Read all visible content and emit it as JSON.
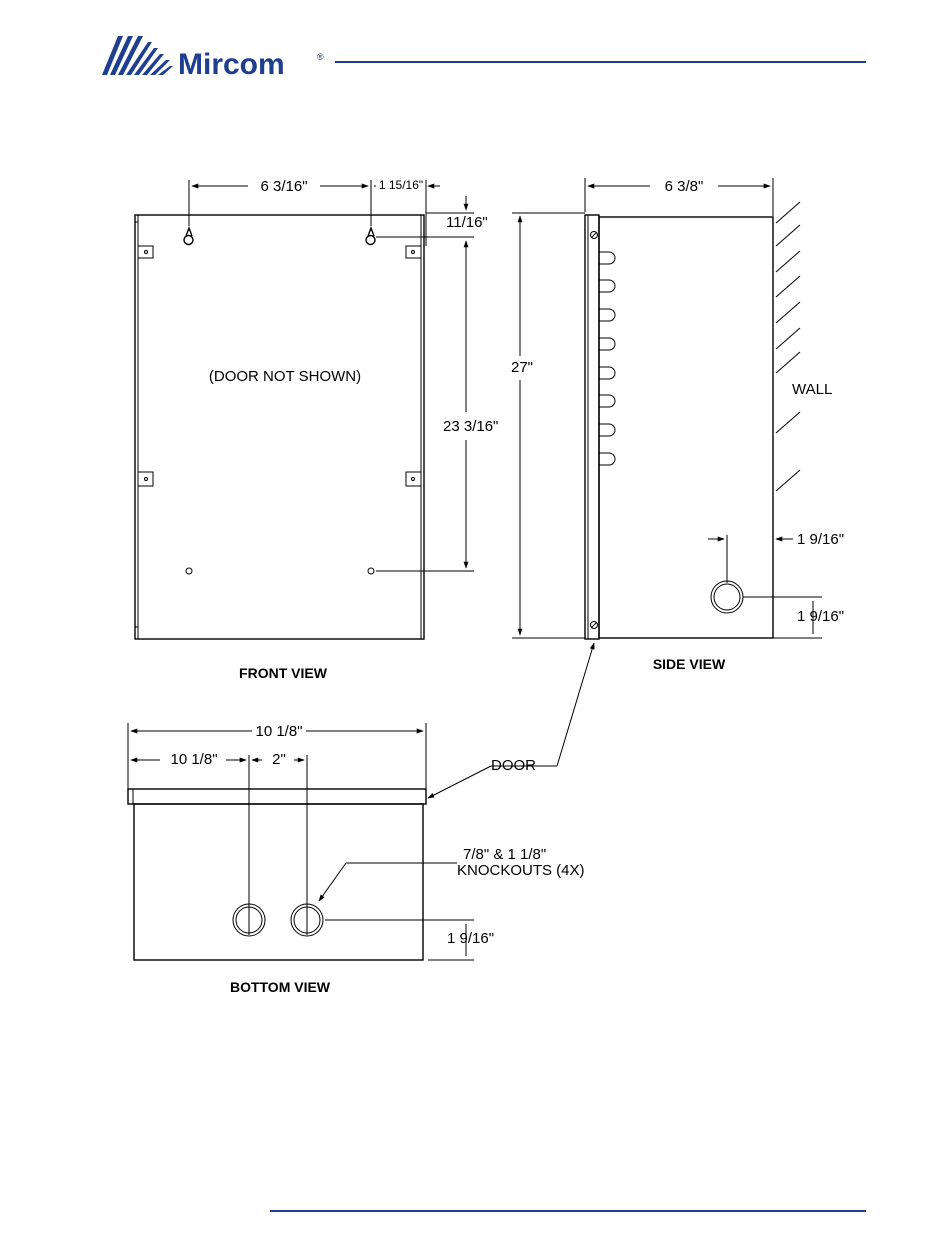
{
  "brand": {
    "name": "Mircom",
    "trademark": "®",
    "color": "#1e3f8f"
  },
  "views": {
    "front": {
      "title": "FRONT VIEW",
      "note": "(DOOR NOT SHOWN)",
      "dim_top_width": "6 3/16\"",
      "dim_top_right": "1 15/16\"",
      "dim_top_offset": "11/16\"",
      "dim_hole_spacing": "23 3/16\""
    },
    "side": {
      "title": "SIDE VIEW",
      "dim_height": "27\"",
      "dim_depth": "6 3/8\"",
      "wall_label": "WALL",
      "dim_ko_horizontal": "1 9/16\"",
      "dim_ko_vertical": "1 9/16\""
    },
    "bottom": {
      "title": "BOTTOM VIEW",
      "dim_overall": "10 1/8\"",
      "dim_left": "10 1/8\"",
      "dim_spacing": "2\"",
      "dim_height": "1 9/16\"",
      "door_label": "DOOR",
      "knockouts_line1": "7/8\" & 1 1/8\"",
      "knockouts_line2": "KNOCKOUTS (4X)"
    }
  }
}
